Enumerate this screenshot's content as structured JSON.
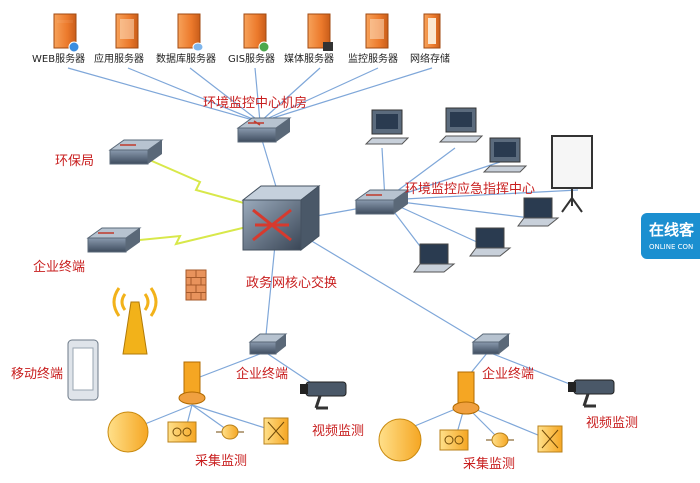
{
  "servers": [
    "WEB服务器",
    "应用服务器",
    "数据库服务器",
    "GIS服务器",
    "媒体服务器",
    "监控服务器",
    "网络存储"
  ],
  "labels": {
    "data_center": "环境监控中心机房",
    "env_bureau": "环保局",
    "emergency_center": "环境监控应急指挥中心",
    "enterprise_terminal": "企业终端",
    "core_switch": "政务网核心交换",
    "mobile_terminal": "移动终端",
    "enterprise_terminal_left": "企业终端",
    "enterprise_terminal_right": "企业终端",
    "video_left": "视频监测",
    "video_right": "视频监测",
    "acquisition_left": "采集监测",
    "acquisition_right": "采集监测"
  },
  "badge": {
    "title": "在线客",
    "subtitle": "ONLINE CON"
  },
  "colors": {
    "label_red": "#c81e1e",
    "link_blue": "#7fa7d9",
    "badge_blue": "#1b8fd0",
    "server_orange": "#ec7a2c"
  }
}
